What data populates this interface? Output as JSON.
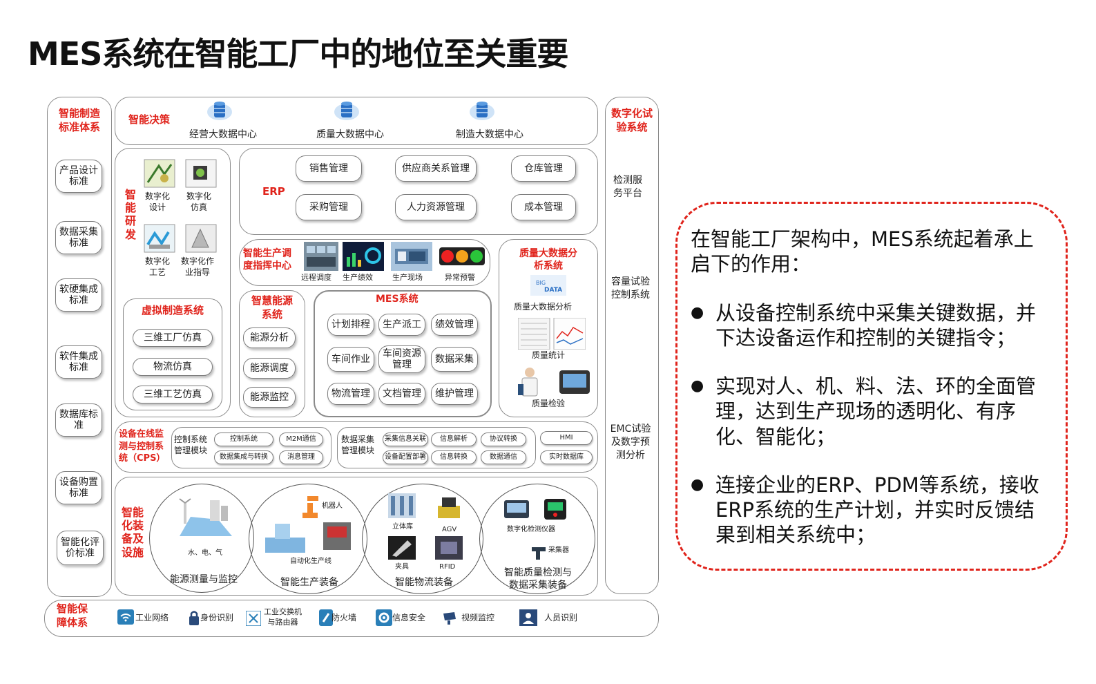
{
  "title": "MES系统在智能工厂中的地位至关重要",
  "colors": {
    "accent_red": "#e0241c",
    "border_gray": "#8a8a8a"
  },
  "left_column": {
    "header": "智能制造\n标准体系",
    "items": [
      "产品设计\n标准",
      "数据采集\n标准",
      "软硬集成\n标准",
      "软件集成\n标准",
      "数据库标\n准",
      "设备购置\n标准",
      "智能化评\n价标准"
    ]
  },
  "right_column": {
    "header": "数字化试\n验系统",
    "items": [
      "检测服\n务平台",
      "容量试验\n控制系统",
      "EMC试验\n及数字预\n测分析"
    ]
  },
  "decision": {
    "label": "智能决策",
    "centers": [
      "经营大数据中心",
      "质量大数据中心",
      "制造大数据中心"
    ]
  },
  "rnd": {
    "label": "智能\n研发",
    "items": [
      "数字化\n设计",
      "数字化\n仿真",
      "数字化\n工艺",
      "数字化作\n业指导"
    ]
  },
  "virtual": {
    "label": "虚拟制造系统",
    "items": [
      "三维工厂仿真",
      "物流仿真",
      "三维工艺仿真"
    ]
  },
  "erp": {
    "label": "ERP",
    "items": [
      "销售管理",
      "供应商关系管理",
      "仓库管理",
      "采购管理",
      "人力资源管理",
      "成本管理"
    ]
  },
  "dispatch": {
    "label": "智能生产调\n度指挥中心",
    "items": [
      "远程调度",
      "生产绩效",
      "生产现场",
      "异常预警"
    ]
  },
  "quality": {
    "label": "质量大数据分\n析系统",
    "items": [
      "质量大数据分析",
      "质量统计",
      "质量检验"
    ]
  },
  "energy": {
    "label": "智慧能源\n系统",
    "items": [
      "能源分析",
      "能源调度",
      "能源监控"
    ]
  },
  "mes": {
    "label": "MES系统",
    "items": [
      "计划排程",
      "生产派工",
      "绩效管理",
      "车间作业",
      "车间资源\n管理",
      "数据采集",
      "物流管理",
      "文档管理",
      "维护管理"
    ]
  },
  "cps": {
    "label": "设备在线监\n测与控制系\n统（CPS）",
    "control_label": "控制系统\n管理模块",
    "control_items": [
      "控制系统",
      "M2M通信",
      "数据集成与转换",
      "消息管理"
    ],
    "collect_label": "数据采集\n管理模块",
    "collect_items": [
      "采集信息关联",
      "信息解析",
      "协议转换",
      "设备配置部署",
      "信息转换",
      "数据通信"
    ],
    "hmi_items": [
      "HMI",
      "实时数据库"
    ]
  },
  "equipment": {
    "label": "智能\n化装\n备及\n设施",
    "groups": [
      {
        "name": "能源测量与监控",
        "items": [
          "水、电、气"
        ]
      },
      {
        "name": "智能生产装备",
        "items": [
          "机器人",
          "自动化生产线"
        ]
      },
      {
        "name": "智能物流装备",
        "items": [
          "立体库",
          "AGV",
          "夹具",
          "RFID"
        ]
      },
      {
        "name": "智能质量检测与\n数据采集装备",
        "items": [
          "数字化检测仪器",
          "采集器"
        ]
      }
    ]
  },
  "security": {
    "label": "智能保\n障体系",
    "items": [
      "工业网络",
      "身份识别",
      "工业交换机\n与路由器",
      "防火墙",
      "信息安全",
      "视频监控",
      "人员识别"
    ]
  },
  "annotation": {
    "intro": "在智能工厂架构中，MES系统起着承上启下的作用：",
    "bullet_symbol": "●",
    "bullets": [
      "从设备控制系统中采集关键数据，并下达设备运作和控制的关键指令；",
      "实现对人、机、料、法、环的全面管理，达到生产现场的透明化、有序化、智能化；",
      "连接企业的ERP、PDM等系统，接收ERP系统的生产计划，并实时反馈结果到相关系统中；"
    ]
  }
}
